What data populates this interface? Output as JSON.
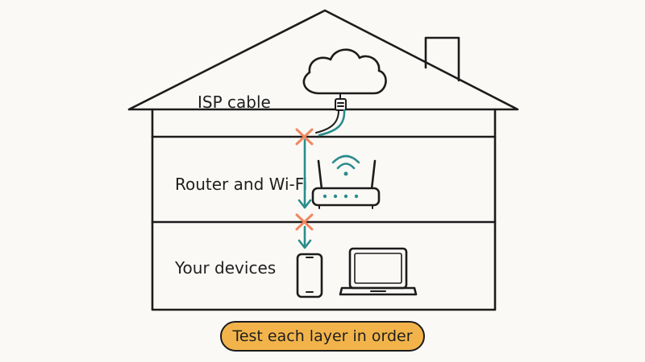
{
  "layers": [
    {
      "label": "ISP cable",
      "icon": "cloud-icon"
    },
    {
      "label": "Router and Wi-Fi",
      "icon": "router-icon"
    },
    {
      "label": "Your devices",
      "icons": [
        "phone-icon",
        "laptop-icon"
      ]
    }
  ],
  "callout": "Test each layer in order",
  "colors": {
    "ink": "#1c1c1c",
    "flow": "#2b8c8c",
    "checkpoint": "#f0875f",
    "callout": "#f2b44a",
    "background": "#faf9f6"
  }
}
